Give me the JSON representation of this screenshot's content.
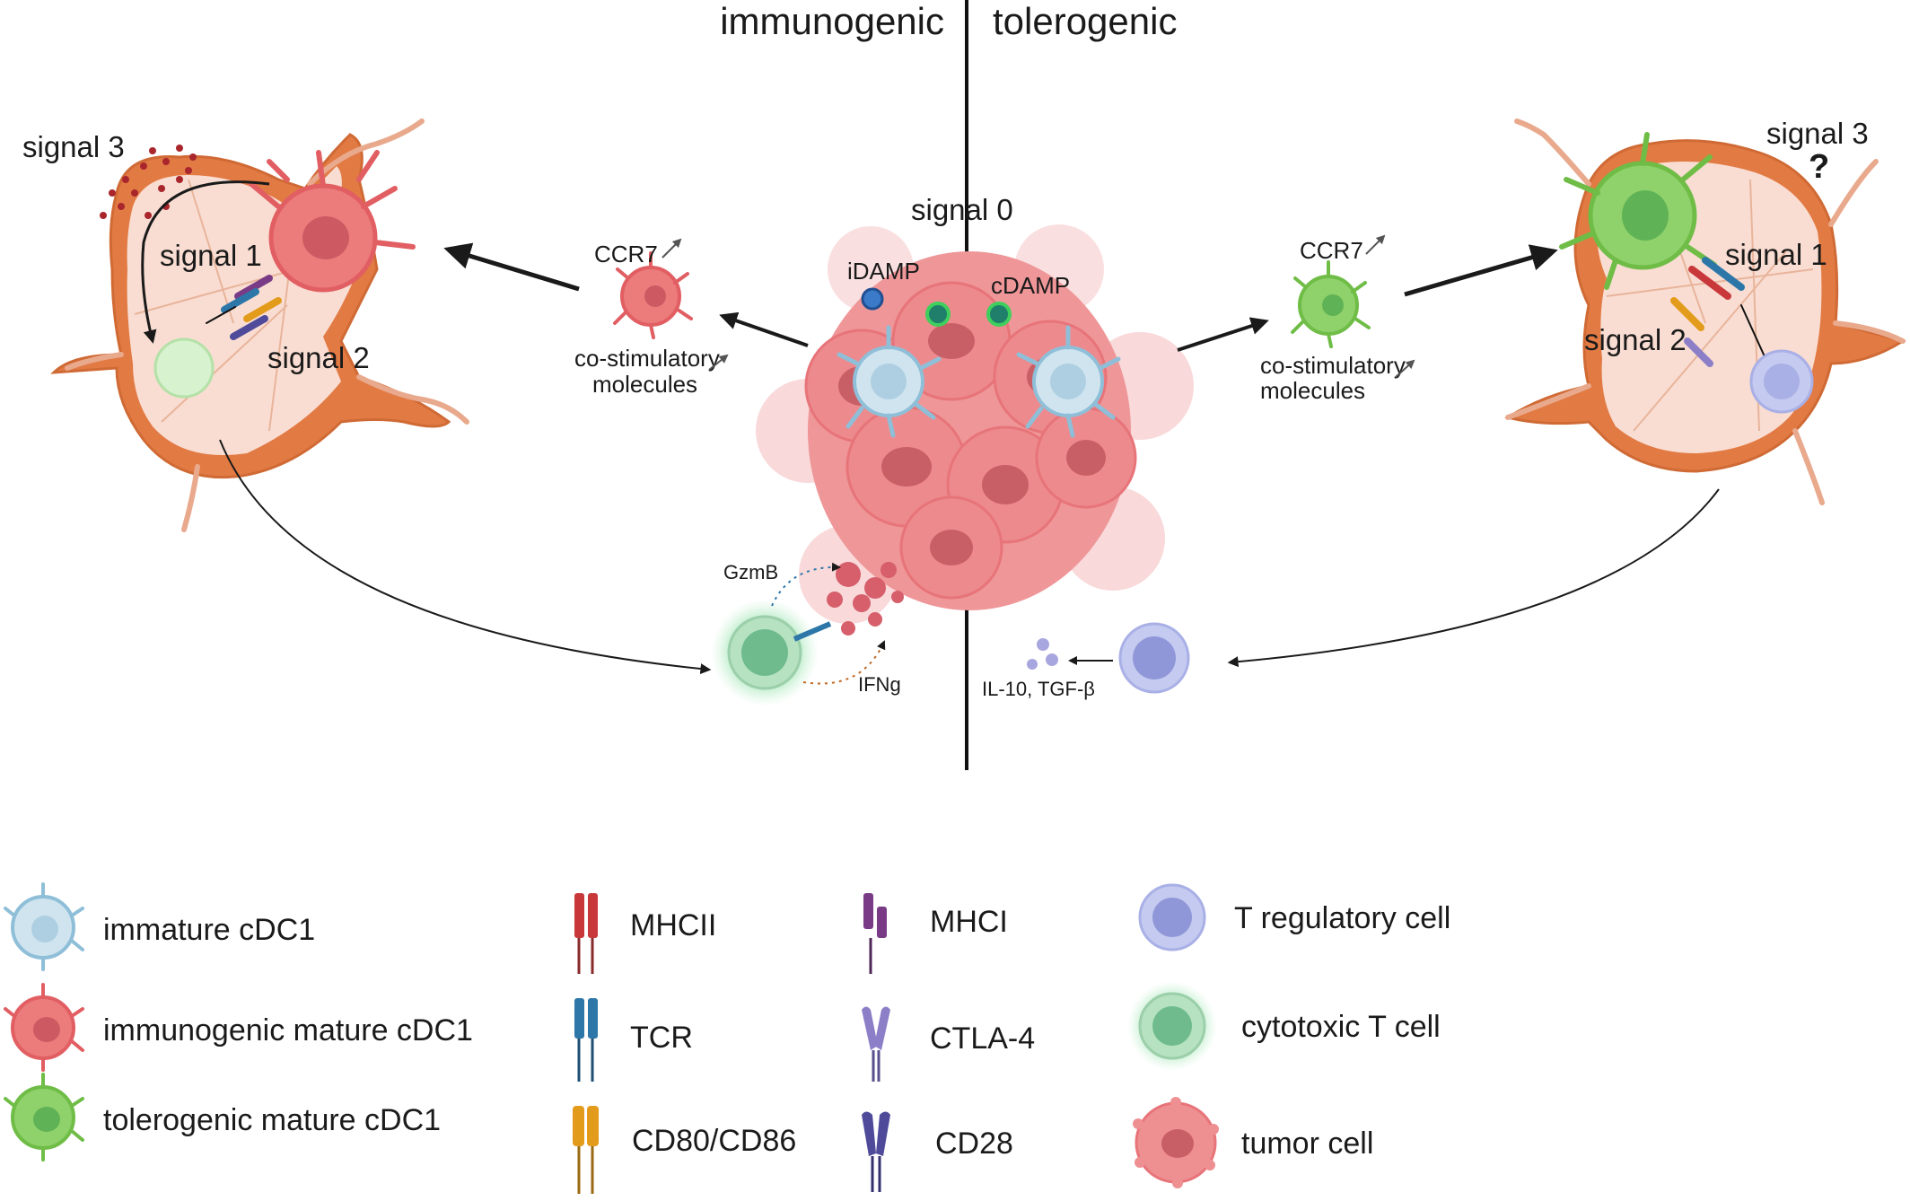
{
  "header": {
    "left_title": "immunogenic",
    "right_title": "tolerogenic"
  },
  "center": {
    "signal0": "signal 0",
    "idamp": "iDAMP",
    "cdamp": "cDAMP",
    "gzmb": "GzmB",
    "ifng": "IFNg",
    "il10_tgfb": "IL-10, TGF-β"
  },
  "left_panel": {
    "signal1": "signal 1",
    "signal2": "signal 2",
    "signal3": "signal 3",
    "ccr7": "CCR7",
    "costim_line1": "co-stimulatory",
    "costim_line2": "molecules"
  },
  "right_panel": {
    "signal1": "signal 1",
    "signal2": "signal 2",
    "signal3": "signal 3",
    "question": "?",
    "ccr7": "CCR7",
    "costim_line1": "co-stimulatory",
    "costim_line2": "molecules"
  },
  "legend": {
    "immature": "immature cDC1",
    "immunogenic": "immunogenic mature cDC1",
    "tolerogenic": "tolerogenic mature cDC1",
    "mhcii": "MHCII",
    "tcr": "TCR",
    "cd80": "CD80/CD86",
    "mhci": "MHCI",
    "ctla4": "CTLA-4",
    "cd28": "CD28",
    "treg": "T regulatory cell",
    "ctl": "cytotoxic T cell",
    "tumor": "tumor cell"
  },
  "colors": {
    "node_fill": "#f9ddd2",
    "node_border": "#d9825a",
    "immunogenic_dc": "#ec7b7b",
    "tolerogenic_dc": "#8fd16a",
    "immature_dc": "#cfe4ef",
    "tumor": "#ee8f92",
    "treg": "#a8b0e6",
    "ctl": "#6fbb8e",
    "mhcii": "#c8383b",
    "tcr": "#2d77a8",
    "cd80": "#e39b1c",
    "mhci": "#7a3b86",
    "ctla4": "#8c7fc7",
    "cd28": "#4f4a9a"
  }
}
